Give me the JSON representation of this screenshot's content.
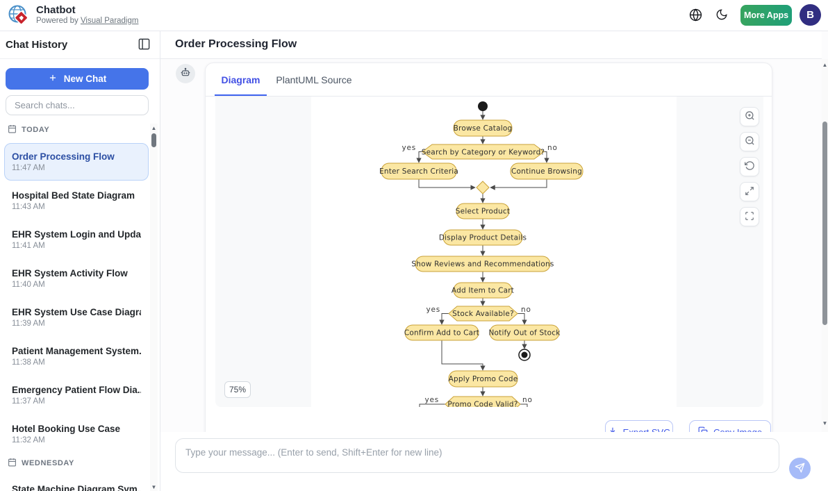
{
  "header": {
    "app_title": "Chatbot",
    "powered_by_prefix": "Powered by",
    "powered_by_link": "Visual Paradigm",
    "more_apps_label": "More Apps",
    "avatar_initial": "B",
    "brand_green": "#2aa06c",
    "avatar_bg": "#312e81"
  },
  "sidebar": {
    "title": "Chat History",
    "new_chat_label": "New Chat",
    "search_placeholder": "Search chats...",
    "sections": [
      {
        "label": "TODAY",
        "items": [
          {
            "title": "Order Processing Flow",
            "time": "11:47 AM",
            "selected": true
          },
          {
            "title": "Hospital Bed State Diagram",
            "time": "11:43 AM",
            "selected": false
          },
          {
            "title": "EHR System Login and Upda...",
            "time": "11:41 AM",
            "selected": false
          },
          {
            "title": "EHR System Activity Flow",
            "time": "11:40 AM",
            "selected": false
          },
          {
            "title": "EHR System Use Case Diagram",
            "time": "11:39 AM",
            "selected": false
          },
          {
            "title": "Patient Management System...",
            "time": "11:38 AM",
            "selected": false
          },
          {
            "title": "Emergency Patient Flow Dia...",
            "time": "11:37 AM",
            "selected": false
          },
          {
            "title": "Hotel Booking Use Case",
            "time": "11:32 AM",
            "selected": false
          }
        ]
      },
      {
        "label": "WEDNESDAY",
        "items": [
          {
            "title": "State Machine Diagram Sym...",
            "time": "",
            "selected": false
          }
        ]
      }
    ]
  },
  "main": {
    "page_title": "Order Processing Flow",
    "tabs": [
      {
        "label": "Diagram",
        "active": true
      },
      {
        "label": "PlantUML Source",
        "active": false
      }
    ],
    "zoom_level": "75%",
    "export_svg_label": "Export SVG",
    "copy_image_label": "Copy Image"
  },
  "diagram": {
    "type": "uml-activity-diagram",
    "yes_label": "yes",
    "no_label": "no",
    "node_fill": "#FBE7A3",
    "node_border": "#C9A238",
    "nodes": {
      "browse": "Browse Catalog",
      "search_decision": "Search by Category or Keyword?",
      "enter_search": "Enter Search Criteria",
      "continue_browsing": "Continue Browsing",
      "select_product": "Select Product",
      "display_details": "Display Product Details",
      "show_reviews": "Show Reviews and Recommendations",
      "add_to_cart": "Add Item to Cart",
      "stock_decision": "Stock Available?",
      "confirm_add": "Confirm Add to Cart",
      "notify_out": "Notify Out of Stock",
      "apply_promo": "Apply Promo Code",
      "promo_decision": "Promo Code Valid?"
    }
  },
  "composer": {
    "placeholder": "Type your message... (Enter to send, Shift+Enter for new line)"
  }
}
